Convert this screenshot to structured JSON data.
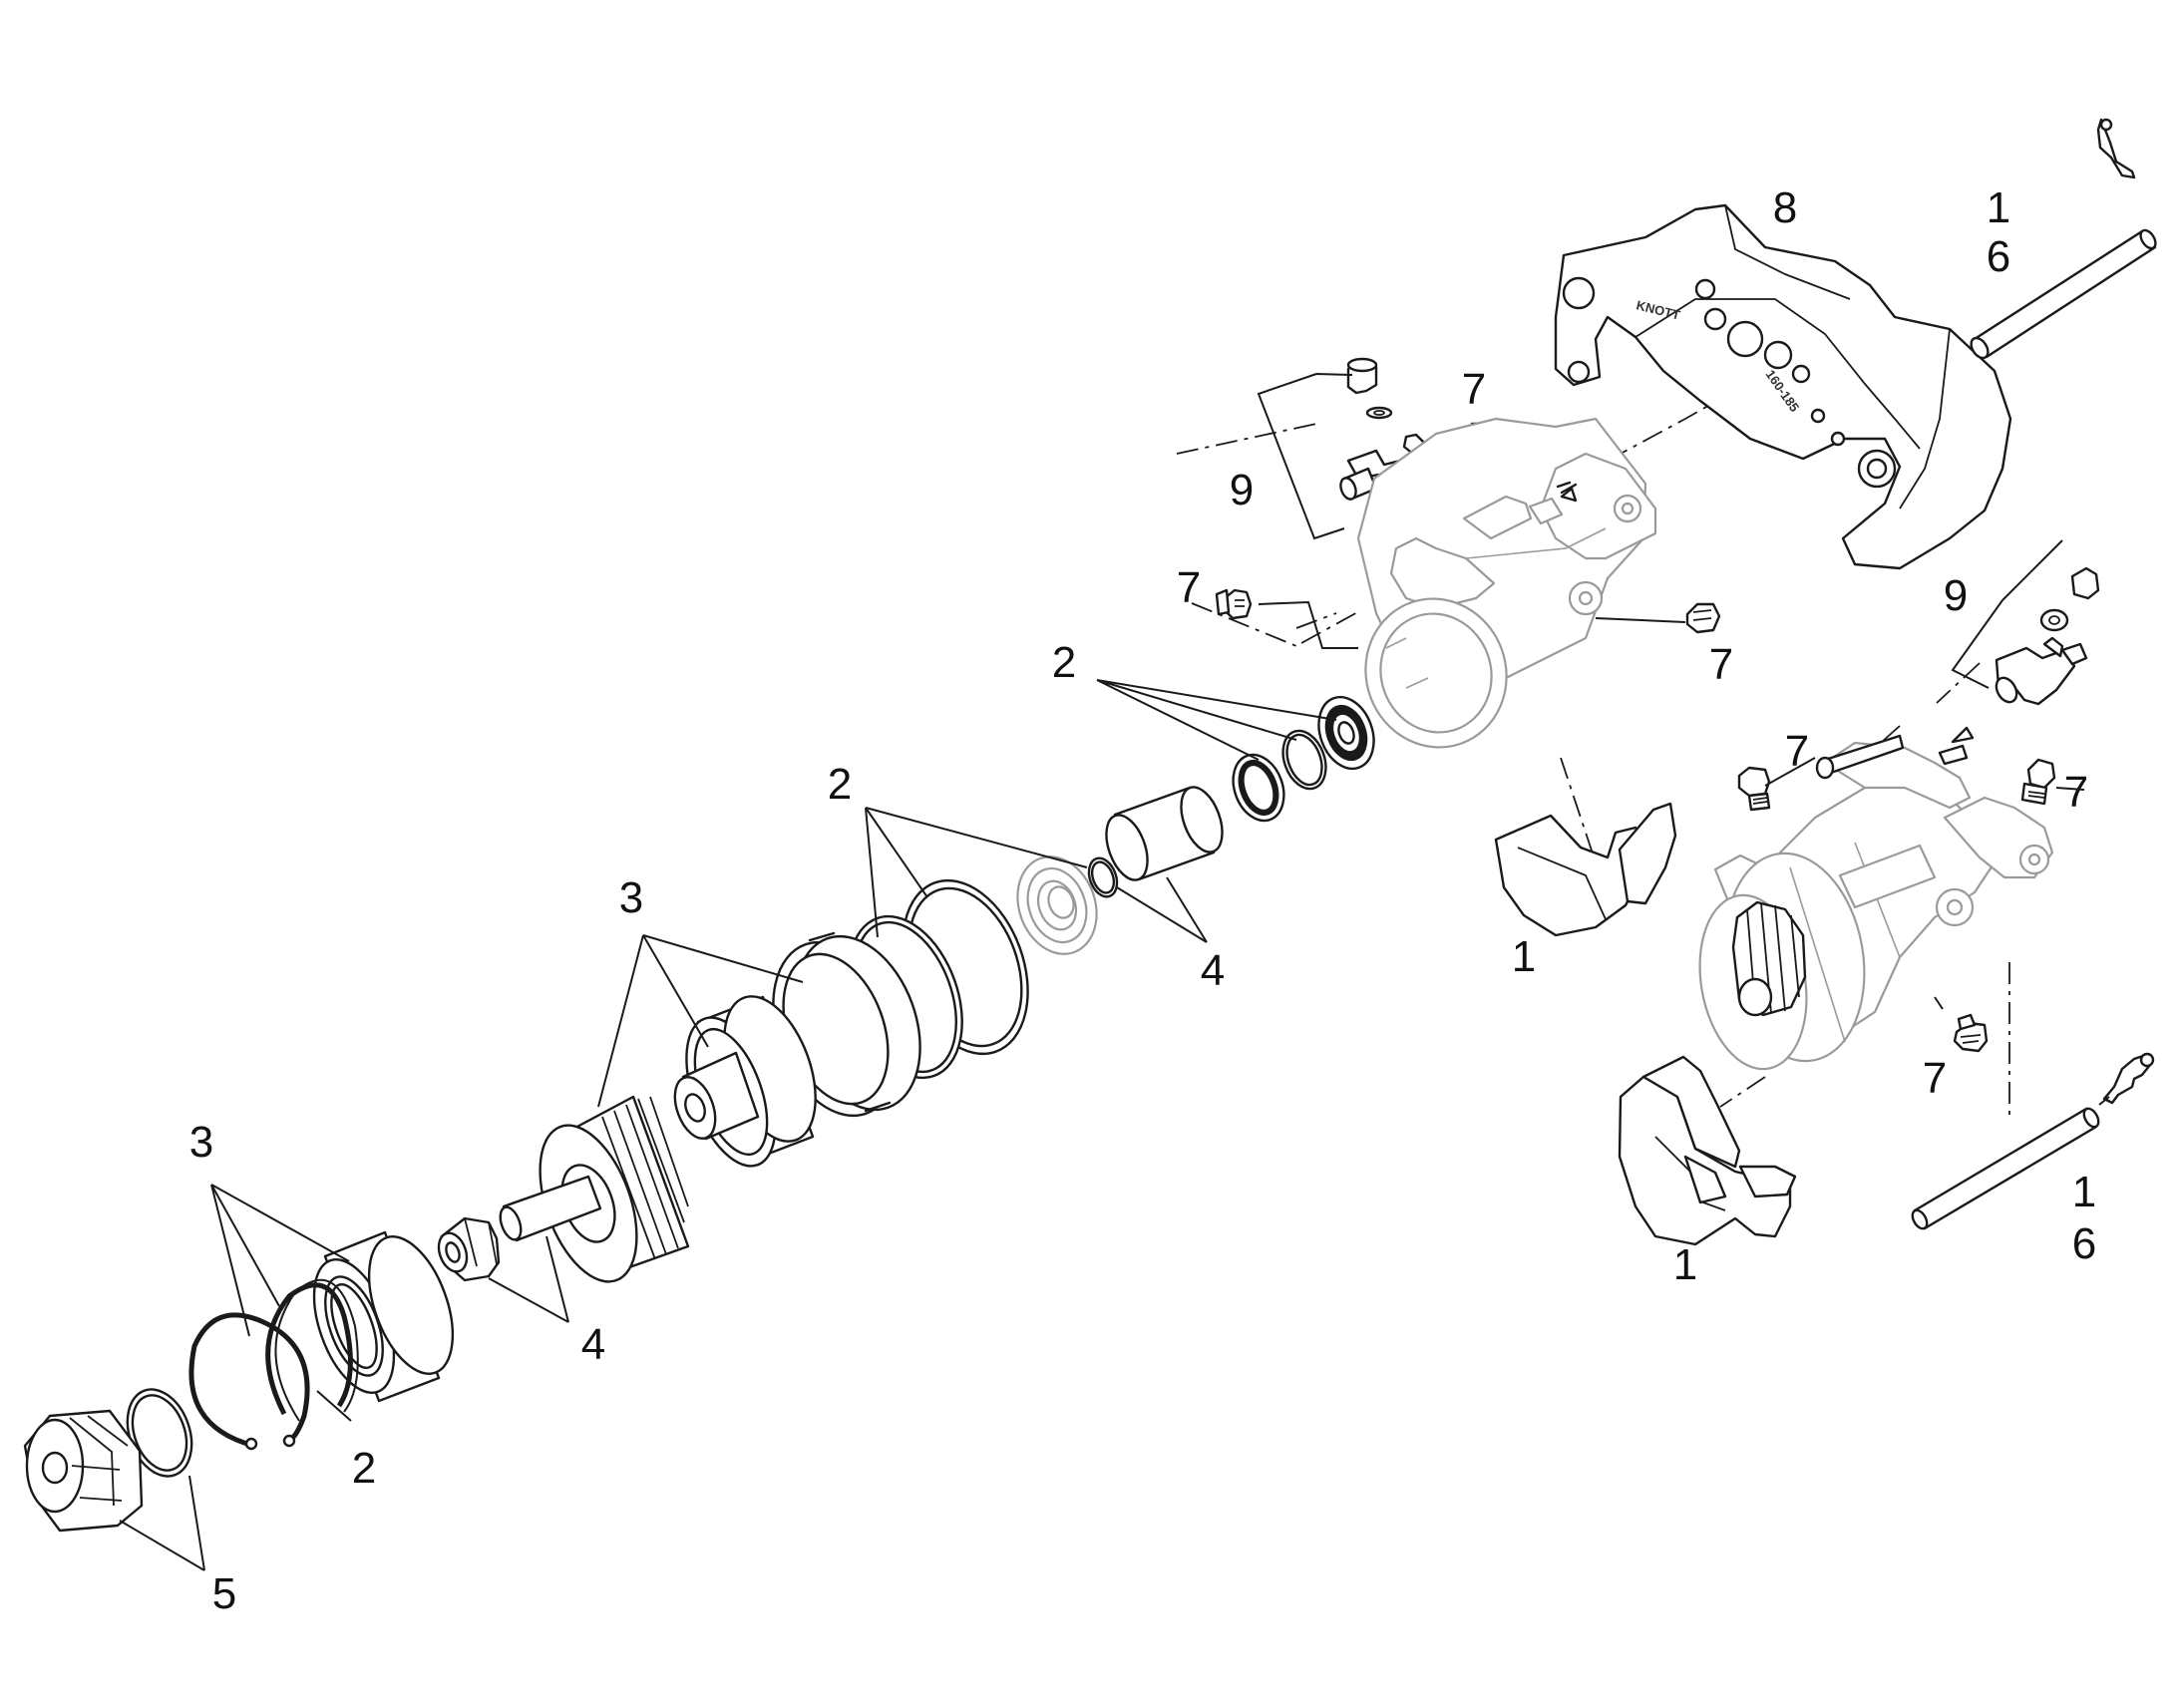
{
  "diagram": {
    "type": "exploded-parts-view",
    "callouts": {
      "top_right_top": "1",
      "top_right_bottom": "6",
      "carrier": "8",
      "left_kit9": "9",
      "top_fitting": "7",
      "left_fitting": "7",
      "mid_fitting": "7",
      "upper_seals": "2",
      "mid_seals": "2",
      "left_pistons": "3",
      "lower_pistons": "3",
      "upper_pins": "4",
      "lower_pins": "4",
      "lower_ring": "2",
      "knob_ring": "5",
      "upper_pads": "1",
      "right_kit9": "9",
      "right_fitting_top": "7",
      "right_fitting_side": "7",
      "right_fitting_bottom": "7",
      "lower_pads": "1",
      "bottom_right_top": "1",
      "bottom_right_bottom": "6"
    },
    "stamps": {
      "carrier_brand": "KNOTT",
      "carrier_code": "160-185"
    }
  }
}
